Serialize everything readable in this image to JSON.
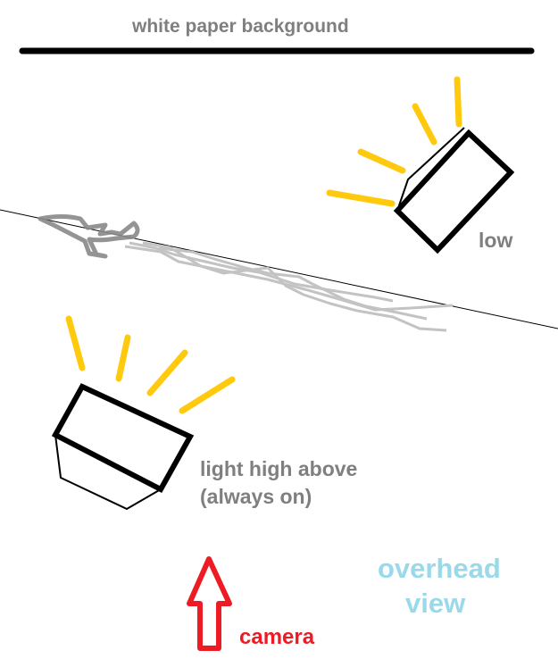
{
  "labels": {
    "background": "white paper background",
    "low": "low",
    "high_line1": "light high above",
    "high_line2": "(always on)",
    "camera": "camera",
    "view_line1": "overhead",
    "view_line2": "view"
  },
  "colors": {
    "text_gray": "#7f7f7f",
    "ray_yellow": "#ffc90e",
    "camera_red": "#ed1c24",
    "view_blue": "#99d9ea",
    "crack_dark": "#888888",
    "crack_light": "#c3c3c3"
  }
}
